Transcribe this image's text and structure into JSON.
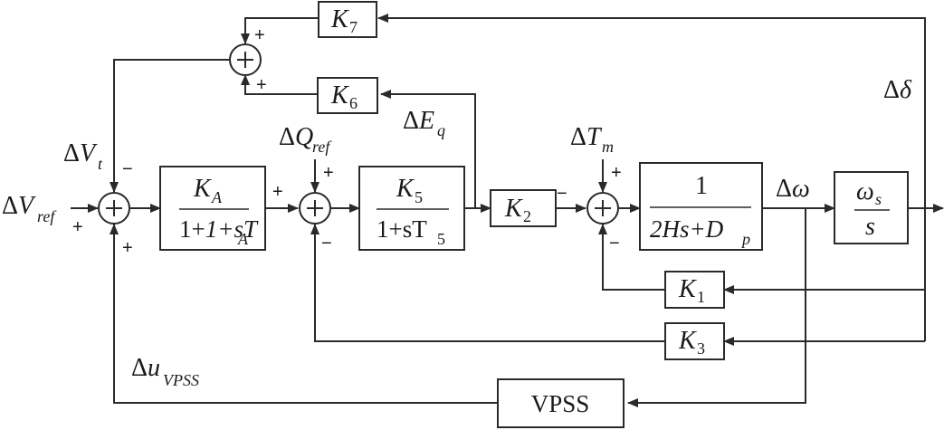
{
  "signals": {
    "delta": "δ",
    "eq_sub": "q",
    "omega": "ω",
    "tm_sub": "m",
    "vt_sub": "t",
    "vref_sub": "ref",
    "qref_sub": "ref",
    "u_sub": "VPSS"
  },
  "blocks": {
    "k7": {
      "name": "K",
      "sub": "7"
    },
    "k6": {
      "name": "K",
      "sub": "6"
    },
    "k2": {
      "name": "K",
      "sub": "2"
    },
    "k1": {
      "name": "K",
      "sub": "1"
    },
    "k3": {
      "name": "K",
      "sub": "3"
    },
    "ka": {
      "num_name": "K",
      "num_sub": "A",
      "den": "1+sT",
      "den_sub": "A"
    },
    "k5": {
      "num_name": "K",
      "num_sub": "5",
      "den": "1+sT",
      "den_sub": "5"
    },
    "gen": {
      "num": "1",
      "den": "2Hs+D",
      "den_sub": "p"
    },
    "omega_s": {
      "num": "ω",
      "num_sub": "s",
      "den": "s"
    },
    "vpss": {
      "label": "VPSS"
    }
  },
  "signs": {
    "plus": "+",
    "minus": "−"
  }
}
